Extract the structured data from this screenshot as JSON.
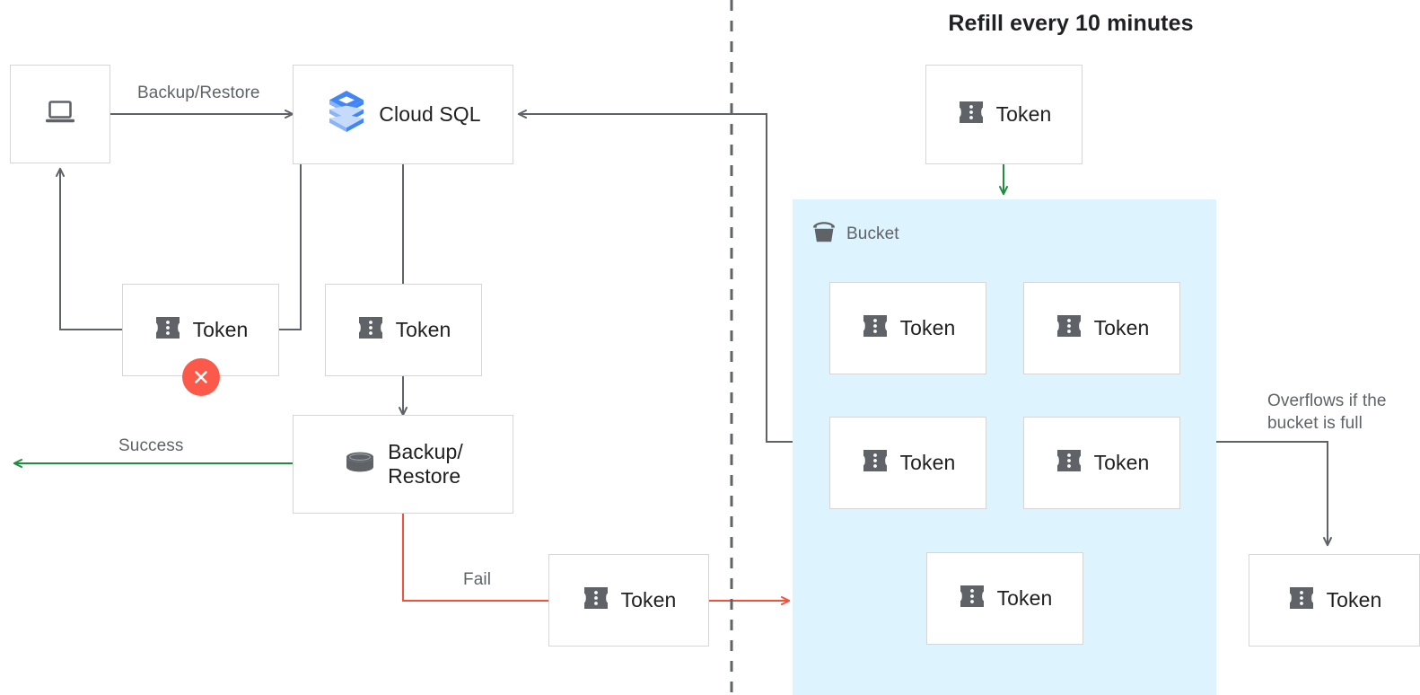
{
  "title": "Refill every 10 minutes",
  "colors": {
    "bucket_fill": "#ddf3fd",
    "box_border": "#d6d6d6",
    "wire_gray": "#5f6368",
    "wire_green": "#1e8e3e",
    "wire_red": "#f4503c",
    "error_red": "#fb5a4b",
    "token_icon": "#5f6368",
    "cloudsql_blue_dark": "#4285f4",
    "cloudsql_blue_mid": "#8ab4f8",
    "cloudsql_blue_light": "#c6dafc",
    "label_gray": "#5f6368",
    "text_dark": "#1f1f1f"
  },
  "nodes": {
    "laptop": {
      "label": "",
      "icon": "laptop-icon"
    },
    "cloudsql": {
      "label": "Cloud SQL",
      "icon": "cloud-sql-icon"
    },
    "token_failed": {
      "label": "Token",
      "icon": "token-icon",
      "badge": "error-x-badge"
    },
    "token_request": {
      "label": "Token",
      "icon": "token-icon"
    },
    "backup_restore": {
      "label": "Backup/\nRestore",
      "icon": "database-icon"
    },
    "token_fail_path": {
      "label": "Token",
      "icon": "token-icon"
    },
    "token_refill": {
      "label": "Token",
      "icon": "token-icon"
    },
    "token_overflow": {
      "label": "Token",
      "icon": "token-icon"
    }
  },
  "bucket": {
    "header_label": "Bucket",
    "header_icon": "bucket-icon",
    "tokens": [
      {
        "label": "Token",
        "icon": "token-icon"
      },
      {
        "label": "Token",
        "icon": "token-icon"
      },
      {
        "label": "Token",
        "icon": "token-icon"
      },
      {
        "label": "Token",
        "icon": "token-icon"
      },
      {
        "label": "Token",
        "icon": "token-icon"
      }
    ]
  },
  "edges": {
    "backup_restore_label": "Backup/Restore",
    "success_label": "Success",
    "fail_label": "Fail",
    "overflow_label": "Overflows if the\nbucket is full"
  }
}
